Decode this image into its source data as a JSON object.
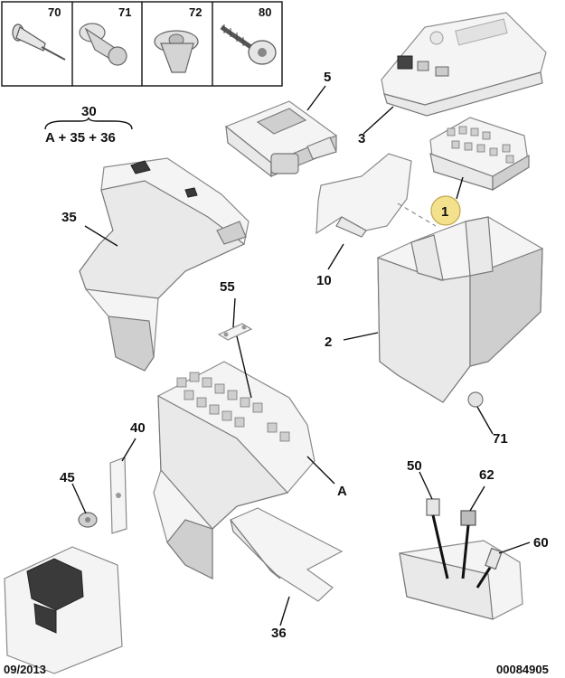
{
  "fastener_boxes": [
    {
      "label": "70",
      "icon": "rivet-icon"
    },
    {
      "label": "71",
      "icon": "plastic-plug-icon"
    },
    {
      "label": "72",
      "icon": "clip-nut-icon"
    },
    {
      "label": "80",
      "icon": "screw-icon"
    }
  ],
  "kit": {
    "number": "30",
    "formula": "A + 35 + 36"
  },
  "callouts": {
    "c1": "1",
    "c2": "2",
    "c3": "3",
    "c5": "5",
    "c10": "10",
    "c35": "35",
    "c36": "36",
    "c40": "40",
    "c45": "45",
    "c50": "50",
    "c55": "55",
    "c60": "60",
    "c62": "62",
    "c71": "71",
    "cA": "A"
  },
  "footer": {
    "date": "09/2013",
    "reference": "00084905"
  }
}
